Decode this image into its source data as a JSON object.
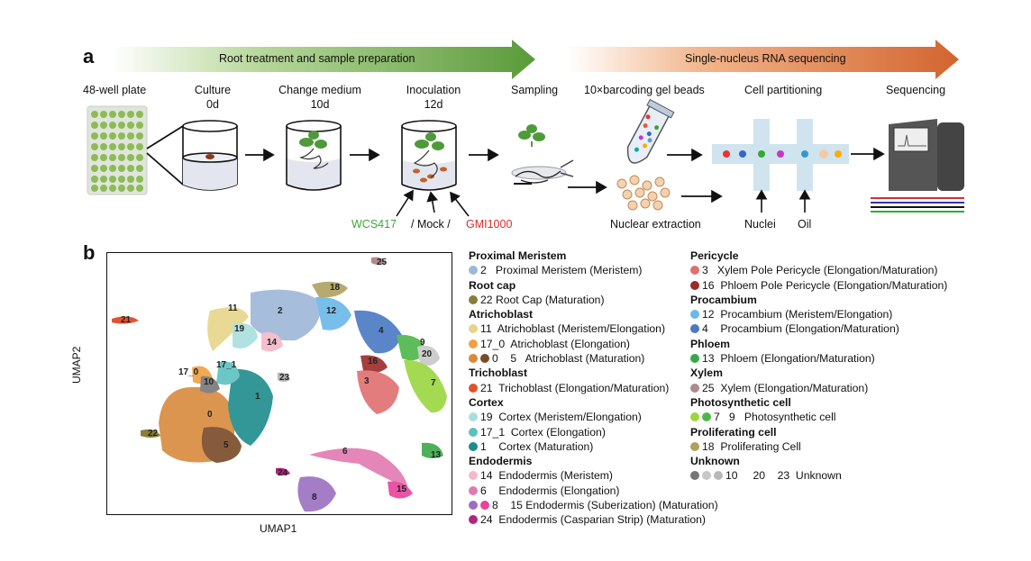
{
  "panel_a": {
    "letter": "a",
    "arrow1_label": "Root treatment and sample preparation",
    "arrow2_label": "Single-nucleus RNA sequencing",
    "steps": {
      "plate": "48-well plate",
      "culture": "Culture",
      "culture_day": "0d",
      "change": "Change medium",
      "change_day": "10d",
      "inoc": "Inoculation",
      "inoc_day": "12d",
      "sampling": "Sampling",
      "beads": "10×barcoding gel beads",
      "partition": "Cell partitioning",
      "seq": "Sequencing"
    },
    "treatments": {
      "wcs": "WCS417",
      "mock": "/ Mock /",
      "gmi": "GMI1000"
    },
    "nuclear_extraction": "Nuclear extraction",
    "nuclei": "Nuclei",
    "oil": "Oil"
  },
  "panel_b": {
    "letter": "b",
    "xlabel": "UMAP1",
    "ylabel": "UMAP2",
    "legend_left": [
      {
        "group": "Proximal Meristem",
        "rows": [
          {
            "dots": [
              "#9db8d8"
            ],
            "text": "2   Proximal Meristem (Meristem)"
          }
        ]
      },
      {
        "group": "Root cap",
        "rows": [
          {
            "dots": [
              "#8b7d3a"
            ],
            "text": "22 Root Cap (Maturation)"
          }
        ]
      },
      {
        "group": "Atrichoblast",
        "rows": [
          {
            "dots": [
              "#e6d58a"
            ],
            "text": "11  Atrichoblast (Meristem/Elongation)"
          },
          {
            "dots": [
              "#f0a040"
            ],
            "text": "17_0  Atrichoblast (Elongation)"
          },
          {
            "dots": [
              "#d98a3c",
              "#7a4a28"
            ],
            "text": "0    5   Atrichoblast (Maturation)"
          }
        ]
      },
      {
        "group": "Trichoblast",
        "rows": [
          {
            "dots": [
              "#e3522f"
            ],
            "text": "21  Trichoblast (Elongation/Maturation)"
          }
        ]
      },
      {
        "group": "Cortex",
        "rows": [
          {
            "dots": [
              "#a9dede"
            ],
            "text": "19  Cortex (Meristem/Elongation)"
          },
          {
            "dots": [
              "#5cc0c0"
            ],
            "text": "17_1  Cortex (Elongation)"
          },
          {
            "dots": [
              "#1f8c8c"
            ],
            "text": "1    Cortex (Maturation)"
          }
        ]
      },
      {
        "group": "Endodermis",
        "rows": [
          {
            "dots": [
              "#f4b8c8"
            ],
            "text": "14  Endodermis (Meristem)"
          },
          {
            "dots": [
              "#e27ab0"
            ],
            "text": "6    Endodermis (Elongation)"
          },
          {
            "dots": [
              "#9b6fc0",
              "#e8429c"
            ],
            "text": "8    15 Endodermis (Suberization) (Maturation)"
          },
          {
            "dots": [
              "#b0277e"
            ],
            "text": "24  Endodermis (Casparian Strip) (Maturation)"
          }
        ]
      }
    ],
    "legend_right": [
      {
        "group": "Pericycle",
        "rows": [
          {
            "dots": [
              "#e07070"
            ],
            "text": "3   Xylem Pole Pericycle (Elongation/Maturation)"
          },
          {
            "dots": [
              "#9c2a2a"
            ],
            "text": "16  Phloem Pole Pericycle (Elongation/Maturation)"
          }
        ]
      },
      {
        "group": "Procambium",
        "rows": [
          {
            "dots": [
              "#6ab8e8"
            ],
            "text": "12  Procambium (Meristem/Elongation)"
          },
          {
            "dots": [
              "#4a78c4"
            ],
            "text": "4    Procambium (Elongation/Maturation)"
          }
        ]
      },
      {
        "group": "Phloem",
        "rows": [
          {
            "dots": [
              "#3aa84a"
            ],
            "text": "13  Phloem (Elongation/Maturation)"
          }
        ]
      },
      {
        "group": "Xylem",
        "rows": [
          {
            "dots": [
              "#b08a8a"
            ],
            "text": "25  Xylem (Elongation/Maturation)"
          }
        ]
      },
      {
        "group": "Photosynthetic cell",
        "rows": [
          {
            "dots": [
              "#9bd640",
              "#4cb848"
            ],
            "text": "7   9   Photosynthetic cell"
          }
        ]
      },
      {
        "group": "Proliferating cell",
        "rows": [
          {
            "dots": [
              "#b0a060"
            ],
            "text": "18  Proliferating Cell"
          }
        ]
      },
      {
        "group": "Unknown",
        "rows": [
          {
            "dots": [
              "#777777",
              "#c8c8c8",
              "#b8b8b8"
            ],
            "text": "10     20    23  Unknown"
          }
        ]
      }
    ],
    "cluster_labels": [
      "0",
      "1",
      "2",
      "3",
      "4",
      "5",
      "6",
      "7",
      "8",
      "9",
      "10",
      "11",
      "12",
      "13",
      "14",
      "15",
      "16",
      "17_0",
      "17_1",
      "18",
      "19",
      "20",
      "21",
      "22",
      "23",
      "24",
      "25"
    ]
  }
}
